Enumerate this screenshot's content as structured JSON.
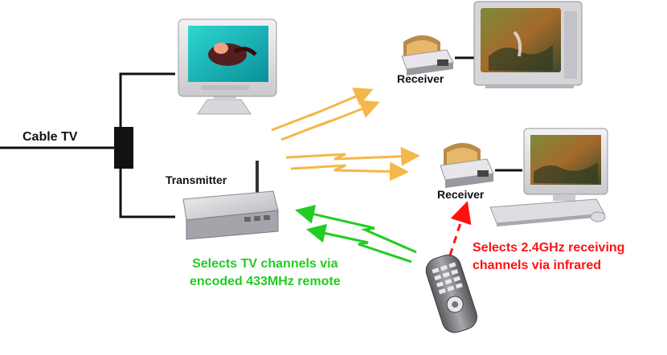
{
  "labels": {
    "cable_tv": "Cable TV",
    "transmitter": "Transmitter",
    "receiver_top": "Receiver",
    "receiver_middle": "Receiver",
    "green_caption": [
      "Selects TV channels via",
      "encoded 433MHz remote"
    ],
    "red_caption": [
      "Selects 2.4GHz receiving",
      "channels via infrared"
    ]
  },
  "colors": {
    "wire": "#111111",
    "signal_2_4ghz": "#f5b74a",
    "signal_433mhz": "#22cc22",
    "infrared": "#ff1111"
  },
  "icons": [
    "lcd-monitor-icon",
    "transmitter-box-icon",
    "receiver-icon",
    "crt-tv-icon",
    "desktop-computer-icon",
    "remote-control-icon",
    "splitter-icon"
  ]
}
